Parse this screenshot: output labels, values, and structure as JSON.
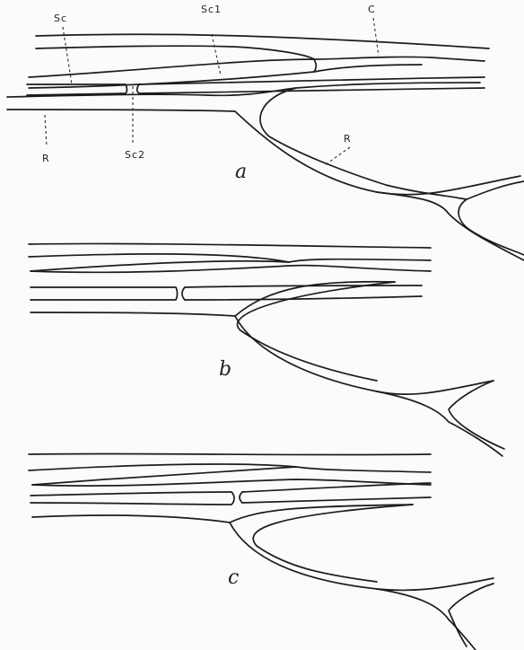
{
  "figure": {
    "panels": [
      {
        "letter": "a",
        "labels": {
          "sc": "Sc",
          "sc1": "Sc1",
          "c": "C",
          "r_left": "R",
          "sc2": "Sc2",
          "r_right": "R"
        }
      },
      {
        "letter": "b"
      },
      {
        "letter": "c"
      }
    ]
  }
}
